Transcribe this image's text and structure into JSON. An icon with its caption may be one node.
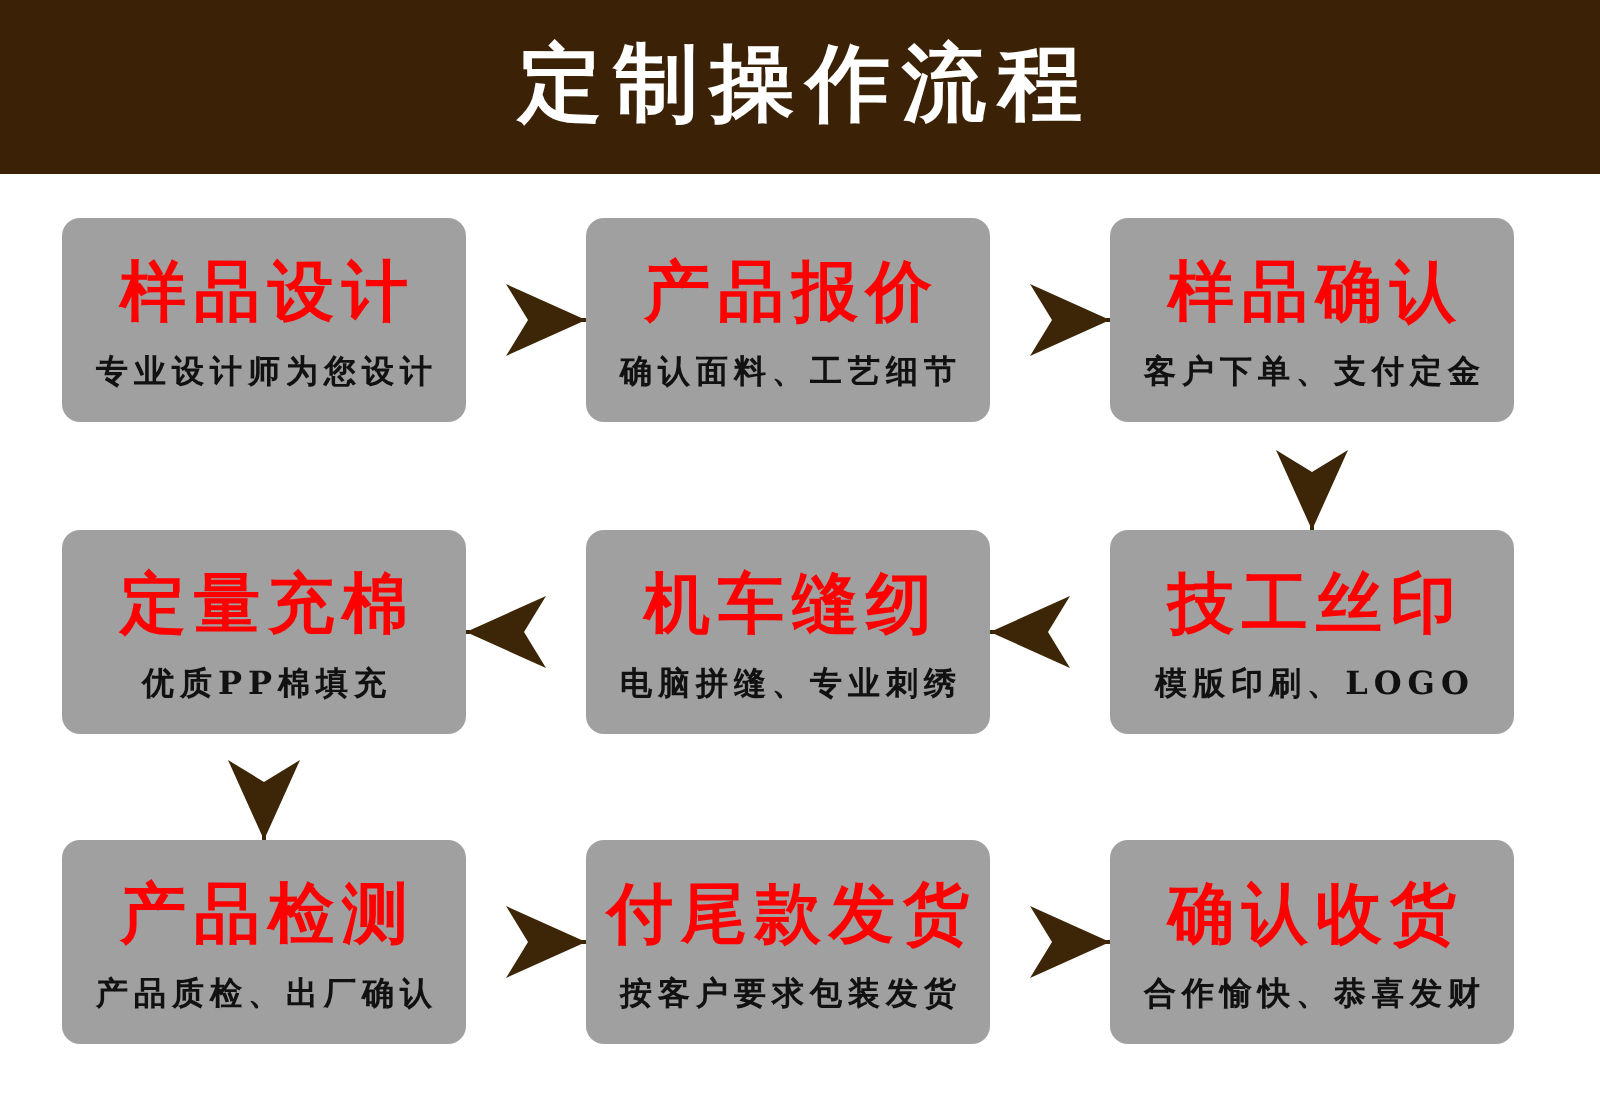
{
  "diagram": {
    "title": "定制操作流程",
    "nodes": [
      {
        "text": [
          "样品设计",
          "专业设计师为您设计"
        ]
      },
      {
        "text": [
          "产品报价",
          "确认面料、工艺细节"
        ]
      },
      {
        "text": [
          "样品确认",
          "客户下单、支付定金"
        ]
      },
      {
        "text": [
          "定量充棉",
          "优质PP棉填充"
        ]
      },
      {
        "text": [
          "机车缝纫",
          "电脑拼缝、专业刺绣"
        ]
      },
      {
        "text": [
          "技工丝印",
          "模版印刷、LOGO"
        ]
      },
      {
        "text": [
          "产品检测",
          "产品质检、出厂确认"
        ]
      },
      {
        "text": [
          "付尾款发货",
          "按客户要求包装发货"
        ]
      },
      {
        "text": [
          "确认收货",
          "合作愉快、恭喜发财"
        ]
      }
    ],
    "edges": [
      {
        "from": 0,
        "to": 1,
        "arrow": "to"
      },
      {
        "from": 1,
        "to": 2,
        "arrow": "to"
      },
      {
        "from": 2,
        "to": 5,
        "arrow": "to"
      },
      {
        "from": 5,
        "to": 4,
        "arrow": "to"
      },
      {
        "from": 4,
        "to": 3,
        "arrow": "to"
      },
      {
        "from": 3,
        "to": 6,
        "arrow": "to"
      },
      {
        "from": 6,
        "to": 7,
        "arrow": "to"
      },
      {
        "from": 7,
        "to": 8,
        "arrow": "to"
      }
    ]
  }
}
